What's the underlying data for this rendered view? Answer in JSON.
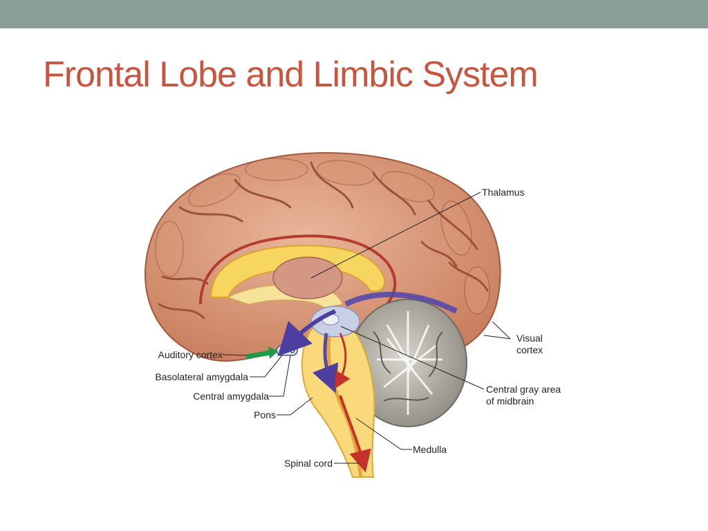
{
  "slide": {
    "title": "Frontal Lobe and Limbic System",
    "accent_color": "#c8553d",
    "bar_color": "#8c9e98"
  },
  "diagram": {
    "labels": {
      "thalamus": "Thalamus",
      "visual_cortex_1": "Visual",
      "visual_cortex_2": "cortex",
      "auditory_cortex": "Auditory cortex",
      "basolateral_amygdala": "Basolateral amygdala",
      "central_amygdala": "Central amygdala",
      "pons": "Pons",
      "central_gray_1": "Central gray area",
      "central_gray_2": "of midbrain",
      "medulla": "Medulla",
      "spinal_cord": "Spinal cord"
    }
  }
}
